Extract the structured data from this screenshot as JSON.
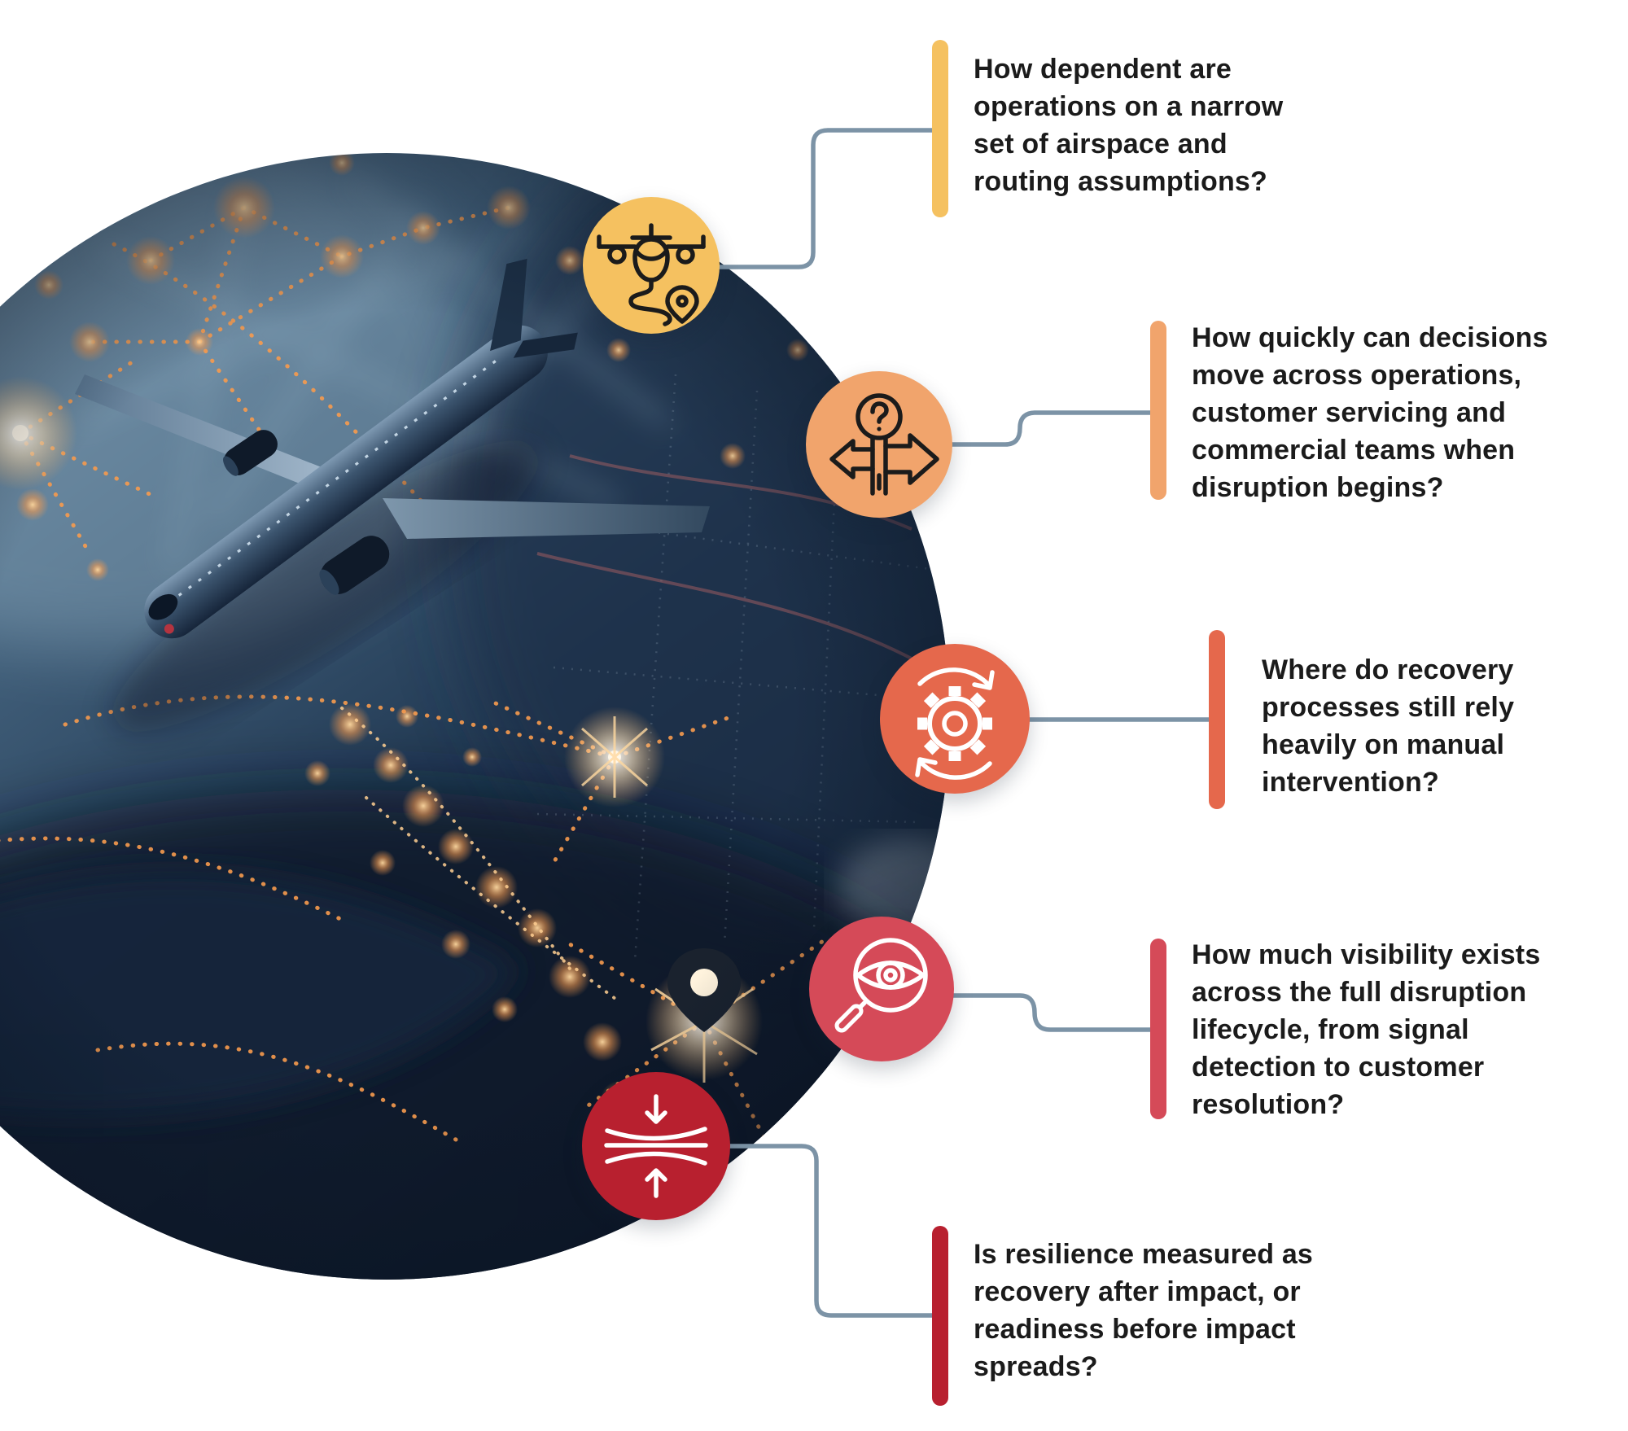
{
  "background": "#ffffff",
  "text_color": "#1b1b1b",
  "connector_color": "#7C93A6",
  "items": [
    {
      "icon": "airplane-route-icon",
      "accent": "#F5C160",
      "icon_color": "#1b1b1b",
      "text": "How dependent are\noperations on a narrow\nset of airspace and\nrouting assumptions?"
    },
    {
      "icon": "decision-signpost-icon",
      "accent": "#F1A46C",
      "icon_color": "#1b1b1b",
      "text": "How quickly can decisions\nmove across operations,\ncustomer servicing and\ncommercial teams when\ndisruption begins?"
    },
    {
      "icon": "process-gear-cycle-icon",
      "accent": "#E5684C",
      "icon_color": "#ffffff",
      "text": "Where do recovery\nprocesses still rely\nheavily on manual\nintervention?"
    },
    {
      "icon": "visibility-eye-magnifier-icon",
      "accent": "#D54A58",
      "icon_color": "#ffffff",
      "text": "How much visibility exists\nacross the full disruption\nlifecycle, from signal\ndetection to customer\nresolution?"
    },
    {
      "icon": "impact-compression-icon",
      "accent": "#B8202F",
      "icon_color": "#ffffff",
      "text": "Is resilience measured as\nrecovery after impact, or\nreadiness before impact\nspreads?"
    }
  ]
}
